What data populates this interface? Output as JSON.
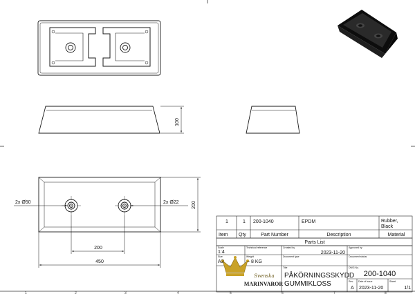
{
  "dimensions": {
    "height_side": "100",
    "width_plan": "200",
    "hole_spacing": "200",
    "length_overall": "450",
    "large_hole": "2x Ø50",
    "small_hole": "2x Ø22"
  },
  "parts_list": {
    "row": {
      "item": "1",
      "qty": "1",
      "part_number": "200-1040",
      "description": "EPDM",
      "material": "Rubber, Black"
    },
    "headers": {
      "item": "Item",
      "qty": "Qty",
      "part_number": "Part Number",
      "description": "Description",
      "material": "Material"
    },
    "title": "Parts List"
  },
  "title_block": {
    "scale_label": "Scale",
    "scale": "1:4",
    "tech_ref_label": "Technical reference",
    "created_by_label": "Created by",
    "created_date": "2023-11-20",
    "approved_by_label": "Approved by",
    "size_label": "Size",
    "size": "A3",
    "weight_label": "Weight",
    "weight": "~ 8 KG",
    "doc_type_label": "Document type",
    "doc_status_label": "Document status",
    "title_label": "Title",
    "title_line1": "PÅKÖRNINGSSKYDD",
    "title_line2": "GUMMIKLOSS",
    "dwg_no_label": "DWG No.",
    "dwg_no": "200-1040",
    "rev_label": "Rev.",
    "rev": "A",
    "date_of_issue_label": "Date of issue",
    "date_of_issue": "2023-11-20",
    "sheet_label": "Sheet",
    "sheet": "1/1"
  },
  "logo": {
    "script_text": "Svenska",
    "brand_text": "MARINVAROR"
  },
  "border_zones": [
    "1",
    "2",
    "3",
    "4",
    "5",
    "6",
    "7",
    "8"
  ],
  "colors": {
    "line": "#1a1a1a",
    "rubber": "#151515",
    "gold": "#c9a227"
  }
}
